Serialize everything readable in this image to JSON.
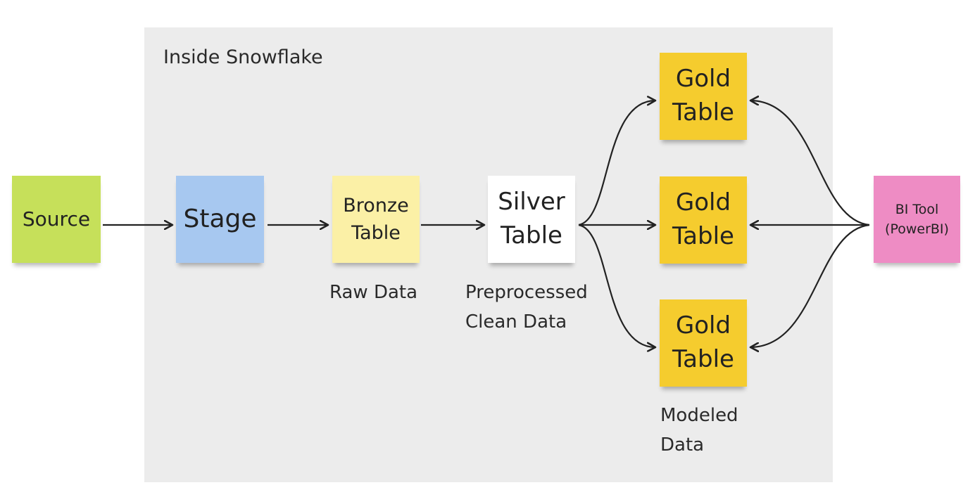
{
  "region": {
    "label": "Inside Snowflake"
  },
  "nodes": {
    "source": {
      "label": "Source",
      "color": "#c6e05a"
    },
    "stage": {
      "label": "Stage",
      "color": "#a7c8f0"
    },
    "bronze": {
      "line1": "Bronze",
      "line2": "Table",
      "color": "#fbf0a6"
    },
    "silver": {
      "line1": "Silver",
      "line2": "Table",
      "color": "#ffffff"
    },
    "gold": [
      {
        "line1": "Gold",
        "line2": "Table",
        "color": "#f5cc2e"
      },
      {
        "line1": "Gold",
        "line2": "Table",
        "color": "#f5cc2e"
      },
      {
        "line1": "Gold",
        "line2": "Table",
        "color": "#f5cc2e"
      }
    ],
    "bi_tool": {
      "line1": "BI Tool",
      "line2": "(PowerBI)",
      "color": "#ee8cc4"
    }
  },
  "captions": {
    "raw": "Raw Data",
    "preprocessed_line1": "Preprocessed",
    "preprocessed_line2": "Clean Data",
    "modeled_line1": "Modeled",
    "modeled_line2": "Data"
  }
}
